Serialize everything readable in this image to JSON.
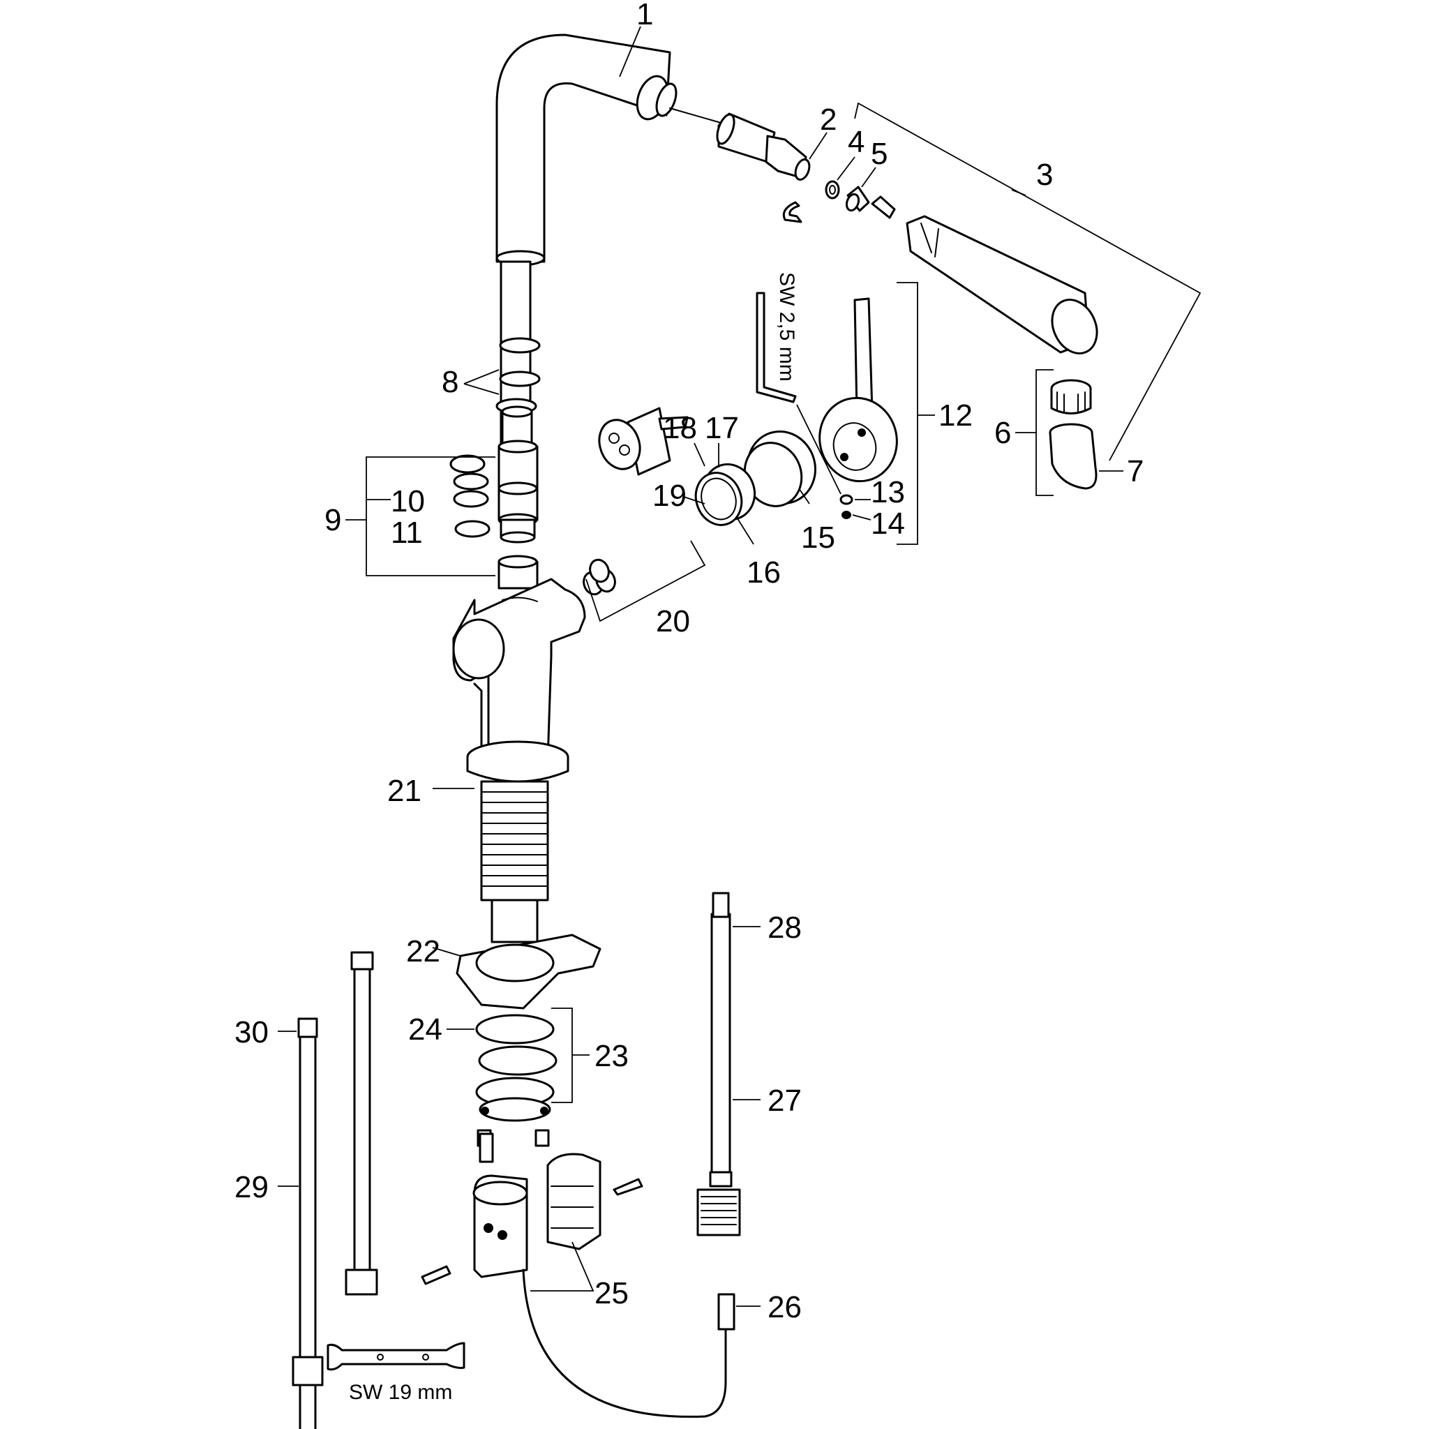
{
  "labels": {
    "p1": "1",
    "p2": "2",
    "p3": "3",
    "p4": "4",
    "p5": "5",
    "p6": "6",
    "p7": "7",
    "p8": "8",
    "p9": "9",
    "p10": "10",
    "p11": "11",
    "p12": "12",
    "p13": "13",
    "p14": "14",
    "p15": "15",
    "p16": "16",
    "p17": "17",
    "p18": "18",
    "p19": "19",
    "p20": "20",
    "p21": "21",
    "p22": "22",
    "p23": "23",
    "p24": "24",
    "p25": "25",
    "p26": "26",
    "p27": "27",
    "p28": "28",
    "p29": "29",
    "p30": "30"
  },
  "tool_labels": {
    "hex_key": "SW 2,5 mm",
    "wrench": "SW 19 mm"
  }
}
